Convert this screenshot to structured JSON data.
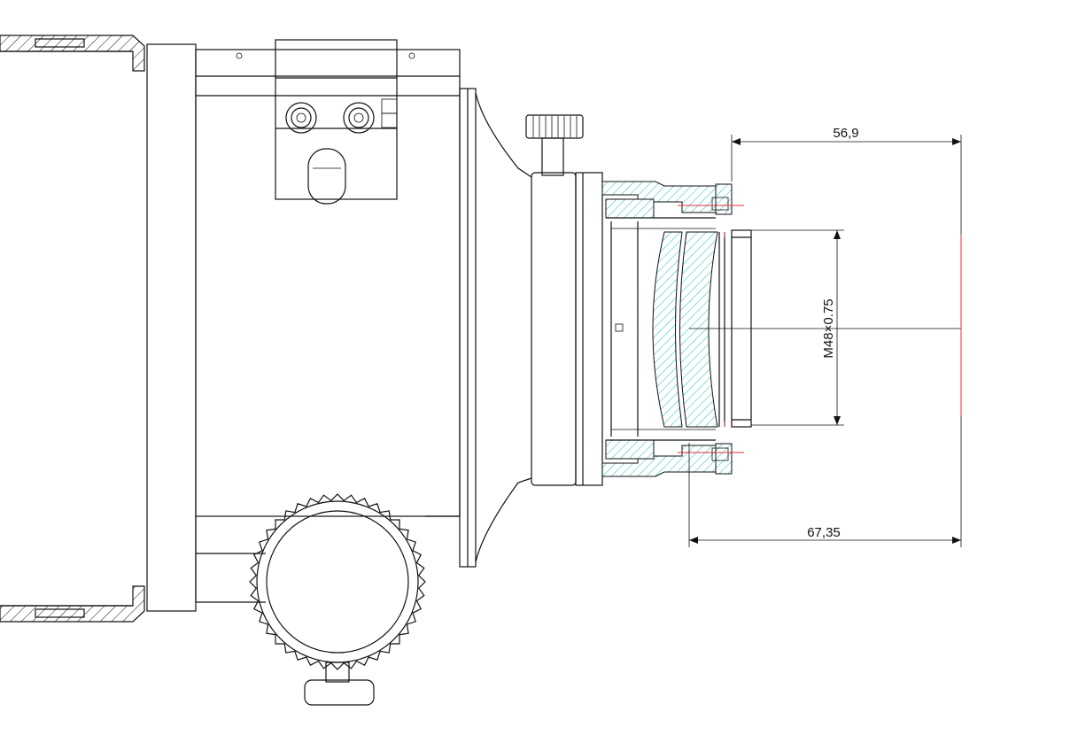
{
  "colors": {
    "line": "#111111",
    "hatch_cyan": "#3ec6cc",
    "axis_red": "#e0303a",
    "background": "#ffffff"
  },
  "dimensions": {
    "top_length": "56,9",
    "bottom_length": "67,35",
    "thread": "M48×0.75"
  }
}
